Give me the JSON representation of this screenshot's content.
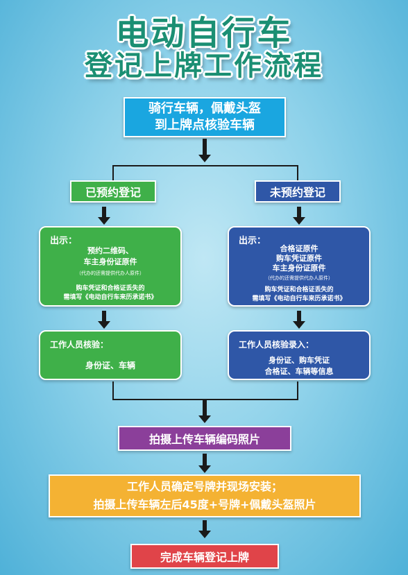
{
  "title": {
    "line1": "电动自行车",
    "line2": "登记上牌工作流程"
  },
  "step_start": {
    "line1": "骑行车辆，佩戴头盔",
    "line2": "到上牌点核验车辆"
  },
  "left": {
    "branch_label": "已预约登记",
    "show": {
      "heading": "出示：",
      "item1": "预约二维码、",
      "item2": "车主身份证原件",
      "small_note": "（代办的还需提供代办人原件）",
      "note1": "购车凭证和合格证丢失的",
      "note2": "需填写《电动自行车来历承诺书》"
    },
    "verify": {
      "heading": "工作人员核验：",
      "line1": "身份证、车辆"
    }
  },
  "right": {
    "branch_label": "未预约登记",
    "show": {
      "heading": "出示：",
      "item1": "合格证原件",
      "item2": "购车凭证原件",
      "item3": "车主身份证原件",
      "small_note": "（代办的还需提供代办人原件）",
      "note1": "购车凭证和合格证丢失的",
      "note2": "需填写《电动自行车来历承诺书》"
    },
    "verify": {
      "heading": "工作人员核验录入：",
      "line1": "身份证、购车凭证",
      "line2": "合格证、车辆等信息"
    }
  },
  "step_photo": {
    "label": "拍摄上传车辆编码照片"
  },
  "step_install": {
    "line1": "工作人员确定号牌并现场安装；",
    "line2": "拍摄上传车辆左后45度+号牌+佩戴头盔照片"
  },
  "step_done": {
    "label": "完成车辆登记上牌"
  },
  "colors": {
    "title_green": "#1b8f73",
    "cyan": "#1aa6e0",
    "green": "#3fb049",
    "blue": "#2f57a7",
    "purple": "#8b3f9a",
    "yellow": "#f4b233",
    "red": "#e04449"
  }
}
